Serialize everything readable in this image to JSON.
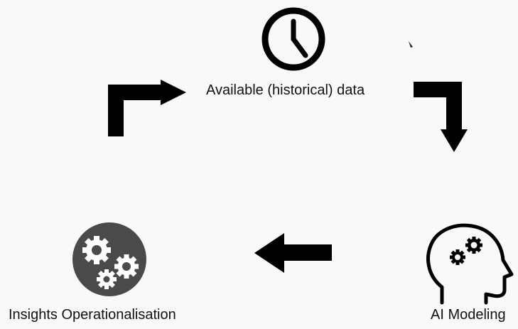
{
  "nodes": {
    "available_data": {
      "label": "Available (historical) data",
      "icon": "clock-icon"
    },
    "ai_modeling": {
      "label": "AI Modeling",
      "icon": "head-with-gears-icon"
    },
    "insights": {
      "label": "Insights Operationalisation",
      "icon": "gears-icon"
    }
  },
  "edges": [
    {
      "from": "available_data",
      "to": "ai_modeling"
    },
    {
      "from": "ai_modeling",
      "to": "insights"
    },
    {
      "from": "insights",
      "to": "available_data"
    }
  ],
  "colors": {
    "background": "#f9f9f9",
    "arrow": "#000000",
    "gear_circle": "#4a4a4a",
    "gear": "#ffffff"
  }
}
